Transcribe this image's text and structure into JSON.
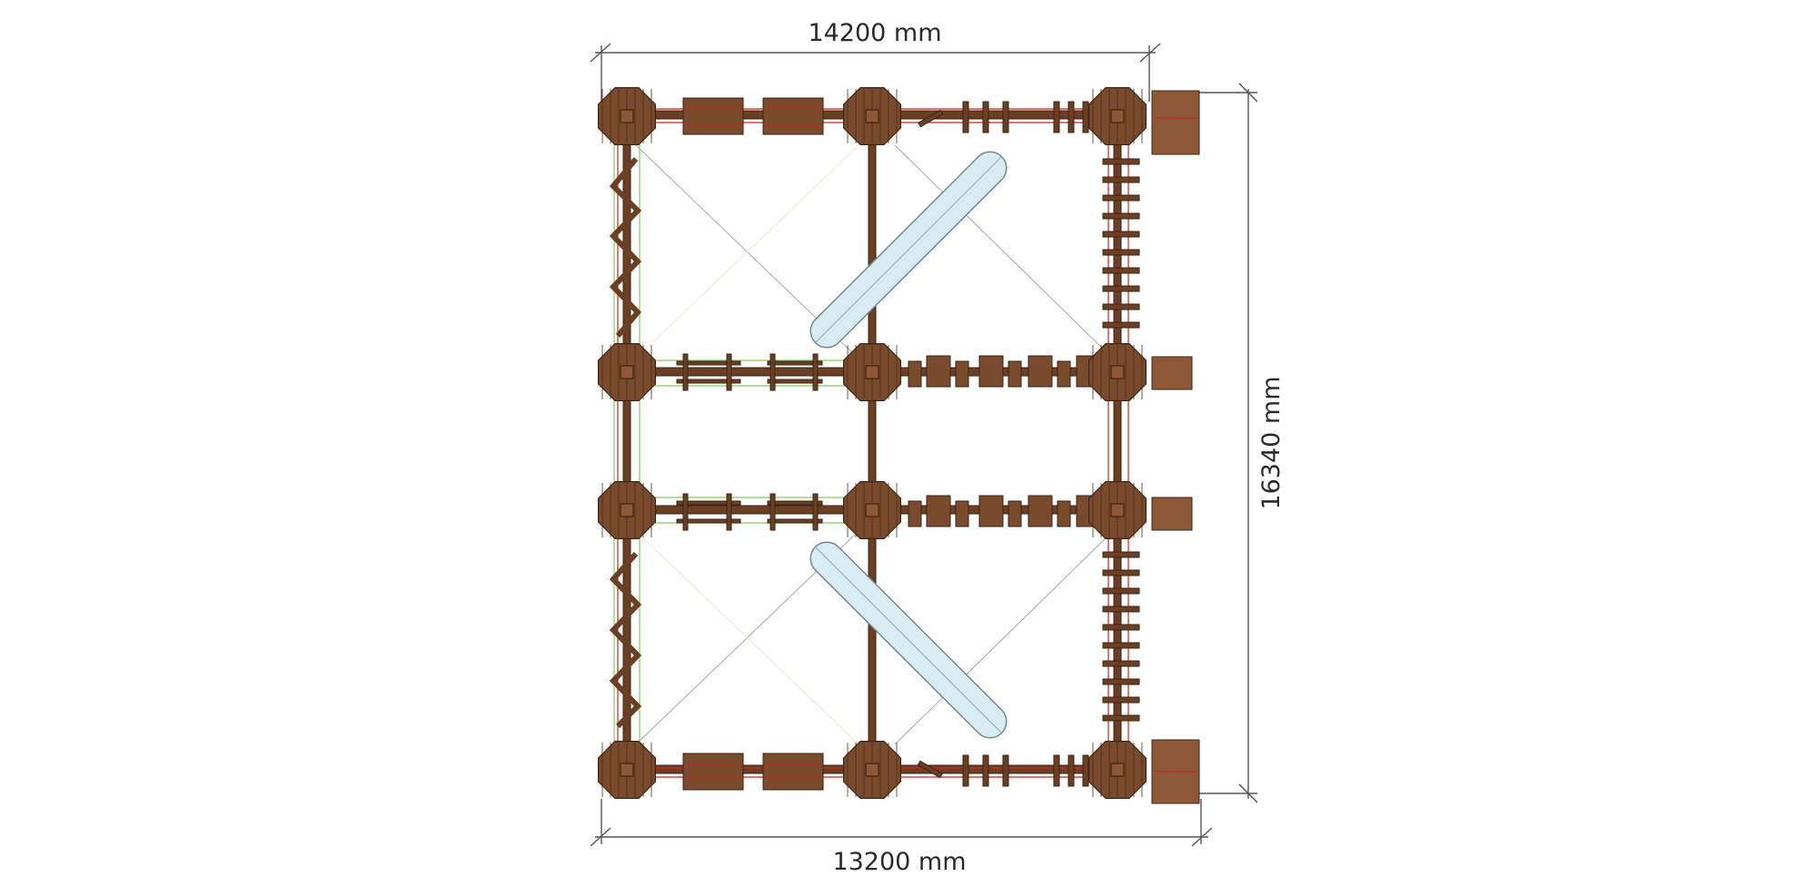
{
  "dimensions": {
    "top_width": "14200 mm",
    "bottom_width": "13200 mm",
    "right_height": "16340 mm"
  },
  "palette": {
    "wood_dark": "#5a3620",
    "wood": "#7a4a2c",
    "wood_light": "#8e5836",
    "slide": "#d8ecf2",
    "slide_edge": "#6f8a95",
    "rope_red": "#d02020",
    "guide_green": "#7fcf5a",
    "thin_line": "#9a9a9a"
  }
}
